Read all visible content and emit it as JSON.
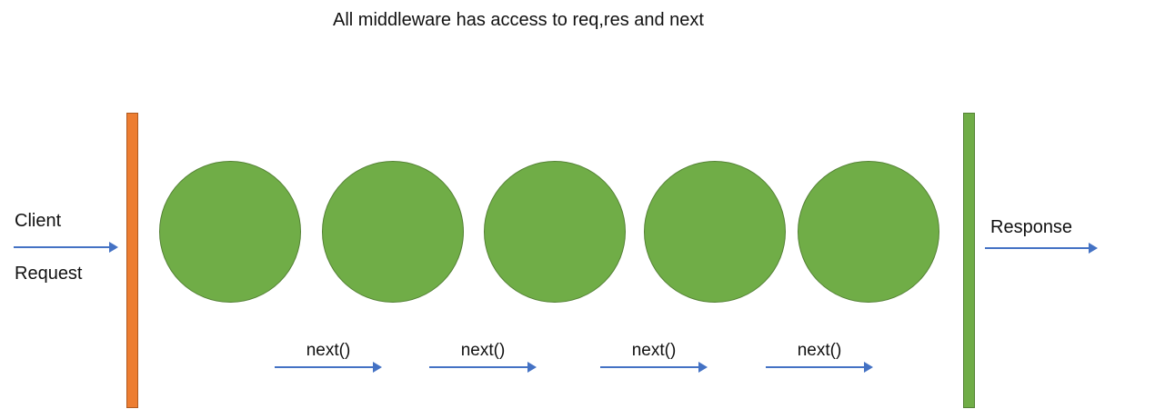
{
  "title": "All middleware has access to req,res and next",
  "client": {
    "label": "Client",
    "sublabel": "Request"
  },
  "response": {
    "label": "Response"
  },
  "middleware": {
    "circle_count": 5,
    "next_calls": [
      {
        "label": "next()"
      },
      {
        "label": "next()"
      },
      {
        "label": "next()"
      },
      {
        "label": "next()"
      }
    ]
  },
  "colors": {
    "middleware_green": "#70AD47",
    "middleware_green_border": "#548235",
    "request_bar_orange": "#ED7D31",
    "request_bar_orange_border": "#AE5A21",
    "arrow_blue": "#4472C4",
    "text": "#111111"
  }
}
